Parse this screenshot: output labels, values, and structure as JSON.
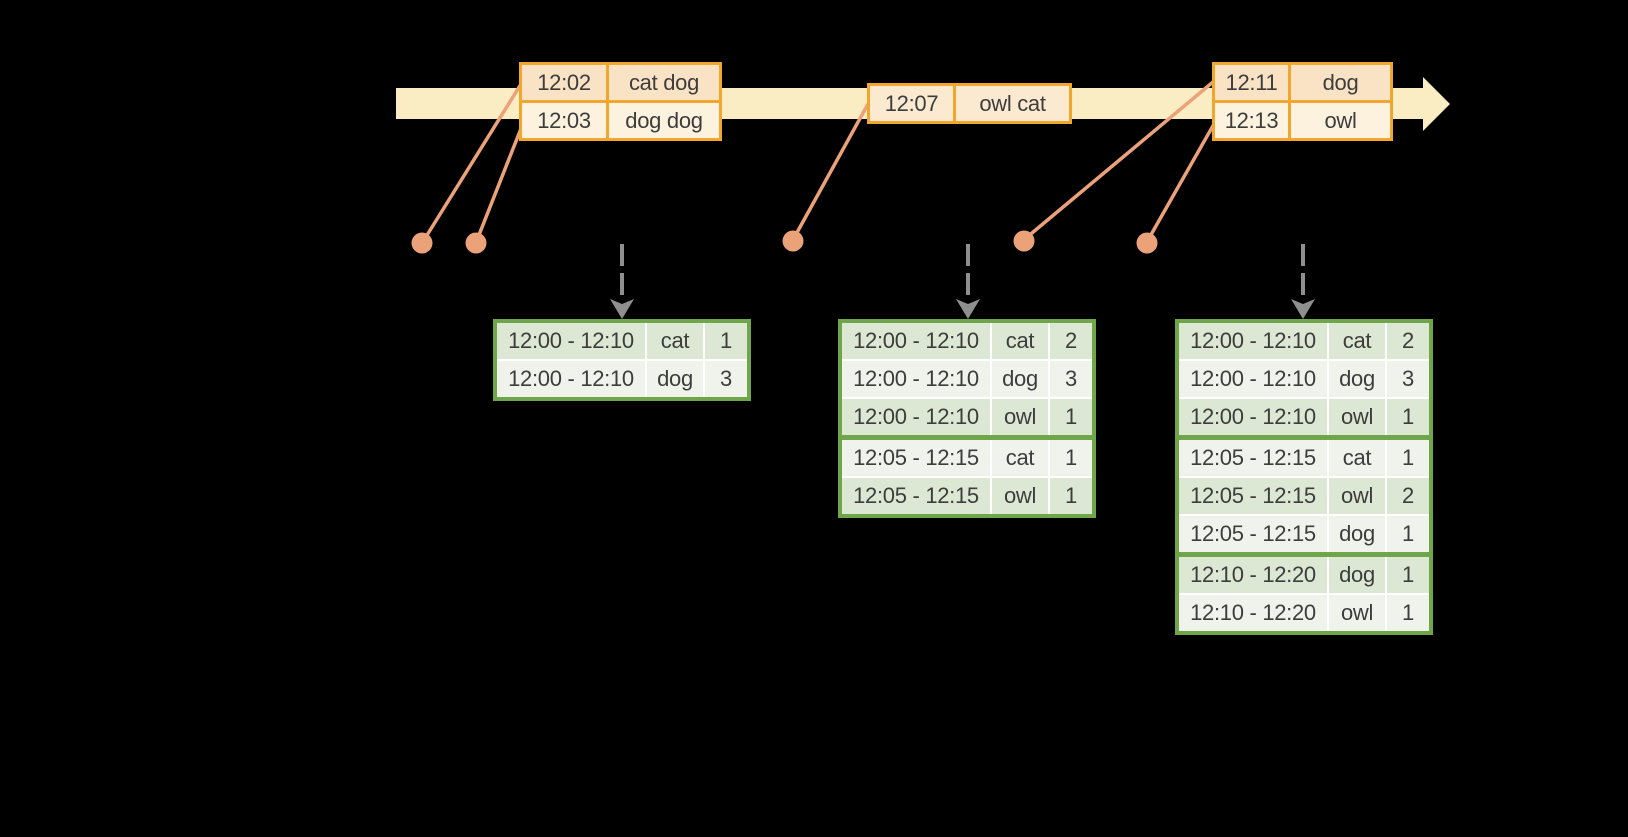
{
  "colors": {
    "background": "#000000",
    "orange_border": "#F1A72E",
    "peach": "#FAE3C5",
    "cream": "#FDF2DE",
    "mid": "#FCEAD0",
    "timeline": "#FAEDC4",
    "salmon": "#ECA279",
    "green_border": "#6FA64A",
    "row_dark": "#DCE8D3",
    "row_light": "#EFF3EB",
    "arrow_gray": "#8F8F8F",
    "text": "#3D3D3D"
  },
  "event_tables": [
    {
      "rows": [
        [
          "12:02",
          "cat dog"
        ],
        [
          "12:03",
          "dog dog"
        ]
      ]
    },
    {
      "rows": [
        [
          "12:07",
          "owl cat"
        ]
      ]
    },
    {
      "rows": [
        [
          "12:11",
          "dog"
        ],
        [
          "12:13",
          "owl"
        ]
      ]
    }
  ],
  "result_tables": [
    {
      "groups": [
        [
          [
            "12:00 - 12:10",
            "cat",
            "1"
          ],
          [
            "12:00 - 12:10",
            "dog",
            "3"
          ]
        ]
      ]
    },
    {
      "groups": [
        [
          [
            "12:00 - 12:10",
            "cat",
            "2"
          ],
          [
            "12:00 - 12:10",
            "dog",
            "3"
          ],
          [
            "12:00 - 12:10",
            "owl",
            "1"
          ]
        ],
        [
          [
            "12:05 - 12:15",
            "cat",
            "1"
          ],
          [
            "12:05 - 12:15",
            "owl",
            "1"
          ]
        ]
      ]
    },
    {
      "groups": [
        [
          [
            "12:00 - 12:10",
            "cat",
            "2"
          ],
          [
            "12:00 - 12:10",
            "dog",
            "3"
          ],
          [
            "12:00 - 12:10",
            "owl",
            "1"
          ]
        ],
        [
          [
            "12:05 - 12:15",
            "cat",
            "1"
          ],
          [
            "12:05 - 12:15",
            "owl",
            "2"
          ],
          [
            "12:05 - 12:15",
            "dog",
            "1"
          ]
        ],
        [
          [
            "12:10 - 12:20",
            "dog",
            "1"
          ],
          [
            "12:10 - 12:20",
            "owl",
            "1"
          ]
        ]
      ]
    }
  ]
}
